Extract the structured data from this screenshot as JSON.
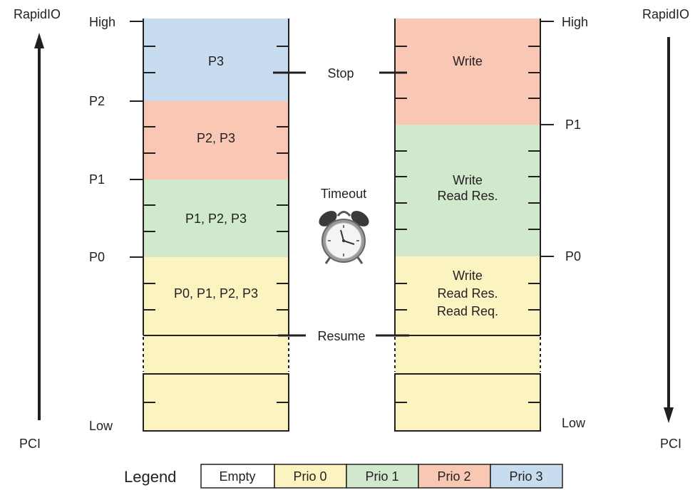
{
  "labels": {
    "rapidio_left": "RapidIO",
    "pci_left": "PCI",
    "rapidio_right": "RapidIO",
    "pci_right": "PCI",
    "stop": "Stop",
    "resume": "Resume",
    "timeout": "Timeout"
  },
  "left_buffer": {
    "ticks": [
      "High",
      "P2",
      "P1",
      "P0",
      "Low"
    ],
    "zones": [
      {
        "text": [
          "P3"
        ],
        "color": "#c8dcf0"
      },
      {
        "text": [
          "P2, P3"
        ],
        "color": "#f9c8b4"
      },
      {
        "text": [
          "P1, P2, P3"
        ],
        "color": "#d0e8cc"
      },
      {
        "text": [
          "P0, P1, P2, P3"
        ],
        "color": "#fcf4c0"
      }
    ]
  },
  "right_buffer": {
    "ticks": [
      "High",
      "P1",
      "P0",
      "Low"
    ],
    "zones": [
      {
        "text": [
          "Write"
        ],
        "color": "#f9c8b4"
      },
      {
        "text": [
          "Write",
          "Read Res."
        ],
        "color": "#d0e8cc"
      },
      {
        "text": [
          "Write",
          "Read Res.",
          "Read Req."
        ],
        "color": "#fcf4c0"
      }
    ]
  },
  "legend": {
    "title": "Legend",
    "items": [
      {
        "label": "Empty",
        "color": "#ffffff"
      },
      {
        "label": "Prio 0",
        "color": "#fcf4c0"
      },
      {
        "label": "Prio 1",
        "color": "#d0e8cc"
      },
      {
        "label": "Prio 2",
        "color": "#f9c8b4"
      },
      {
        "label": "Prio 3",
        "color": "#c8dcf0"
      }
    ]
  },
  "colors": {
    "line": "#231f20",
    "empty_buffer": "#fcf4c0"
  }
}
